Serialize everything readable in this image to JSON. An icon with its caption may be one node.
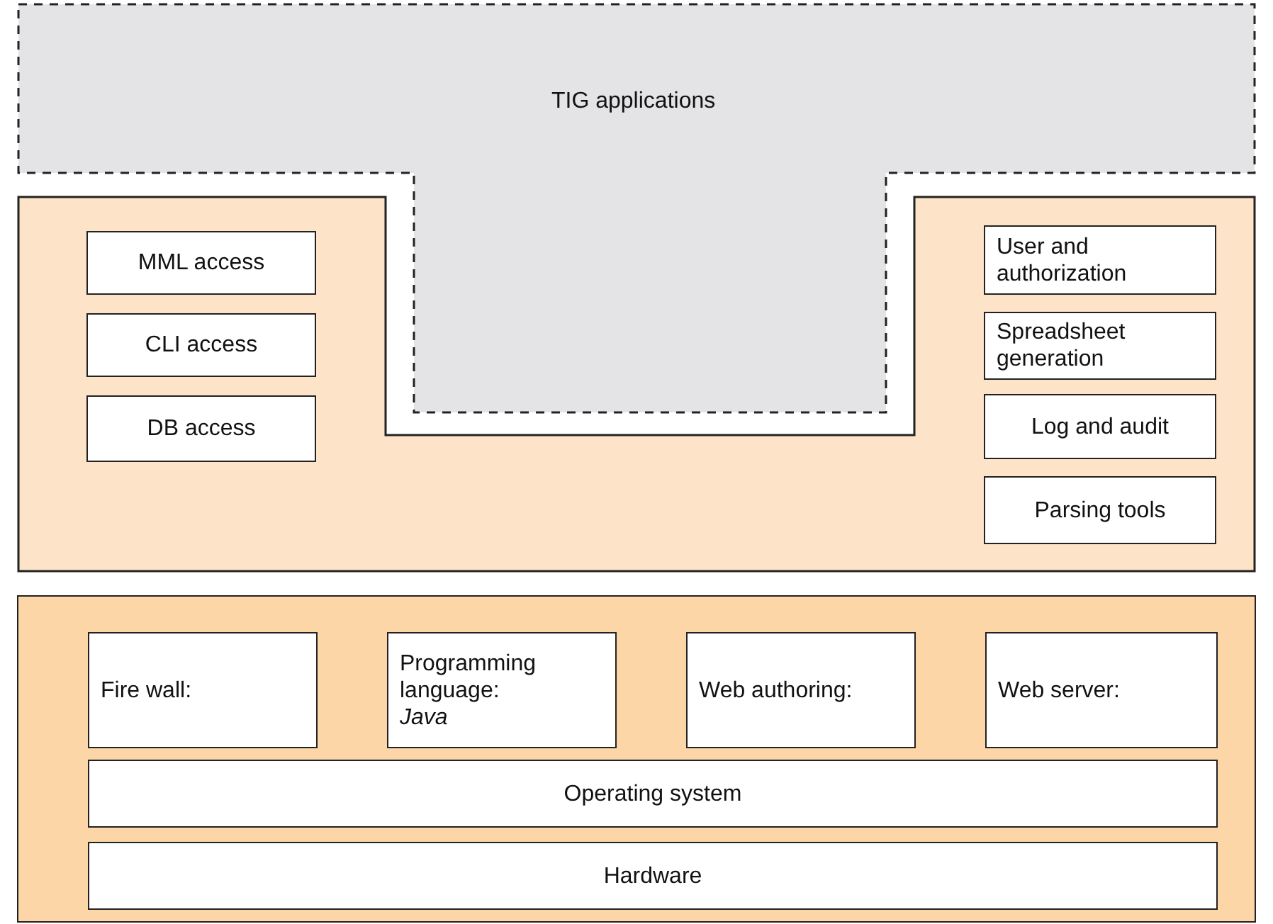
{
  "diagram": {
    "nodes": [
      {
        "text": [
          "TIG applications"
        ]
      },
      {
        "text": [],
        "shape": "box"
      },
      {
        "text": [
          "MML access"
        ],
        "in": 1
      },
      {
        "text": [
          "CLI access"
        ],
        "in": 1
      },
      {
        "text": [
          "DB access"
        ],
        "in": 1
      },
      {
        "text": [
          "User and authorization"
        ],
        "in": 1
      },
      {
        "text": [
          "Spreadsheet generation"
        ],
        "in": 1
      },
      {
        "text": [
          "Log and audit"
        ],
        "in": 1
      },
      {
        "text": [
          "Parsing tools"
        ],
        "in": 1
      },
      {
        "text": [],
        "shape": "box"
      },
      {
        "text": [
          "Fire wall:"
        ],
        "in": 9
      },
      {
        "text": [
          "Programming language:",
          "Java"
        ],
        "in": 9
      },
      {
        "text": [
          "Web authoring:"
        ],
        "in": 9
      },
      {
        "text": [
          "Web server:"
        ],
        "in": 9
      },
      {
        "text": [
          "Operating system"
        ],
        "in": 9
      },
      {
        "text": [
          "Hardware"
        ],
        "in": 9
      }
    ]
  }
}
